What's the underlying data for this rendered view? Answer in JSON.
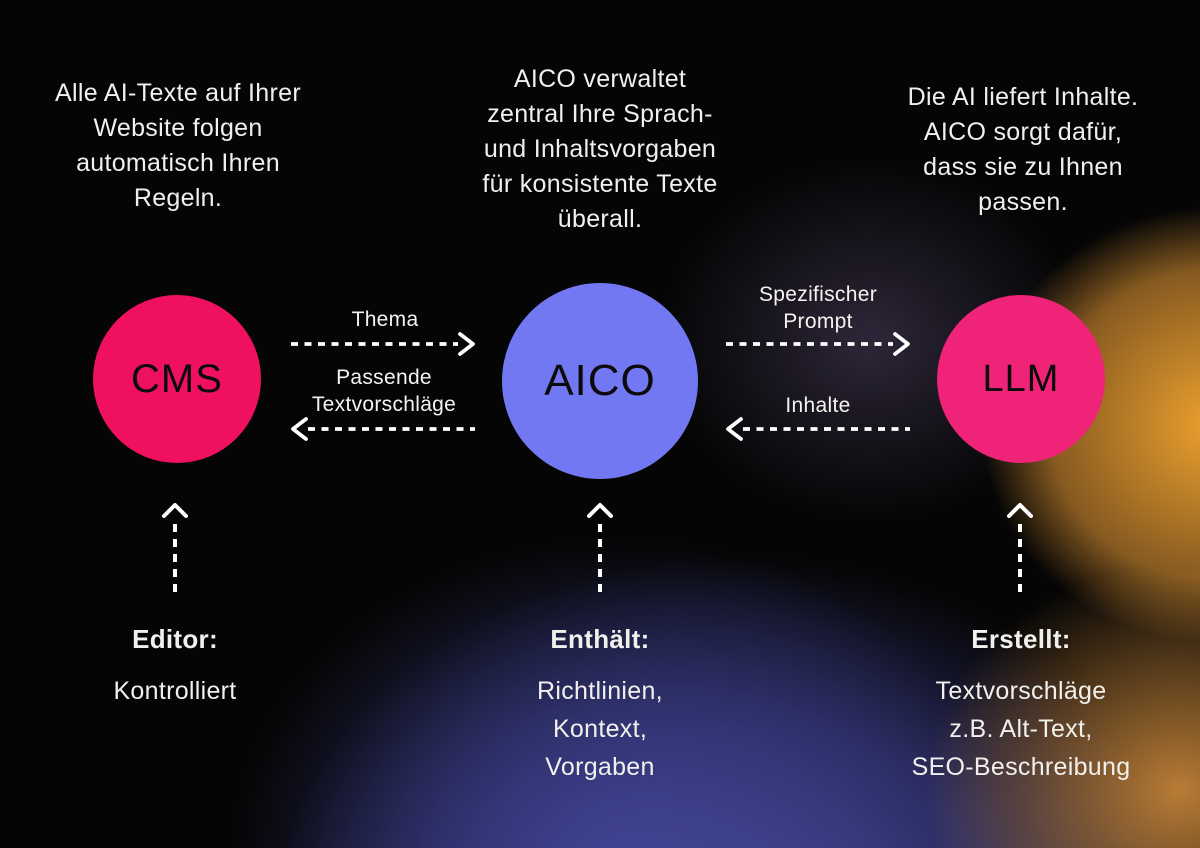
{
  "notes": {
    "cms": "Alle AI-Texte auf Ihrer\nWebsite folgen\nautomatisch Ihren\nRegeln.",
    "aico": "AICO verwaltet\nzentral Ihre Sprach-\nund Inhaltsvorgaben\nfür konsistente Texte\nüberall.",
    "llm": "Die AI liefert Inhalte.\nAICO sorgt dafür,\ndass sie zu Ihnen\npassen."
  },
  "nodes": {
    "cms": {
      "label": "CMS",
      "color": "#EF115F"
    },
    "aico": {
      "label": "AICO",
      "color": "#7278F2"
    },
    "llm": {
      "label": "LLM",
      "color": "#EF2377"
    }
  },
  "flows": {
    "thema": {
      "label": "Thema",
      "direction": "right",
      "from": "CMS",
      "to": "AICO"
    },
    "passende": {
      "label": "Passende\nTextvorschläge",
      "direction": "left",
      "from": "AICO",
      "to": "CMS"
    },
    "prompt": {
      "label": "Spezifischer\nPrompt",
      "direction": "right",
      "from": "AICO",
      "to": "LLM"
    },
    "inhalte": {
      "label": "Inhalte",
      "direction": "left",
      "from": "LLM",
      "to": "AICO"
    }
  },
  "footers": {
    "cms": {
      "heading": "Editor:",
      "body": "Kontrolliert"
    },
    "aico": {
      "heading": "Enthält:",
      "body": "Richtlinien,\nKontext,\nVorgaben"
    },
    "llm": {
      "heading": "Erstellt:",
      "body": "Textvorschläge\nz.B. Alt-Text,\nSEO-Beschreibung"
    }
  },
  "colors": {
    "background": "#050505",
    "text": "#F2F0ED",
    "arrow": "#FFFFFF",
    "glow_purple": "#484CA0",
    "glow_orange": "#F5A630"
  }
}
